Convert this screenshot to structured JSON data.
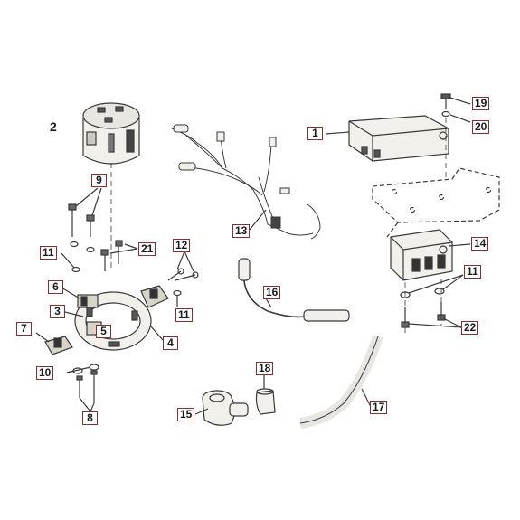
{
  "labels": {
    "l1": "1",
    "l2": "2",
    "l3": "3",
    "l4": "4",
    "l5": "5",
    "l6": "6",
    "l7": "7",
    "l8": "8",
    "l9": "9",
    "l10": "10",
    "l11a": "11",
    "l11b": "11",
    "l11c": "11",
    "l12": "12",
    "l13": "13",
    "l14": "14",
    "l15": "15",
    "l16": "16",
    "l17": "17",
    "l18": "18",
    "l19": "19",
    "l20": "20",
    "l21": "21",
    "l22": "22"
  },
  "colors": {
    "ink": "#3a3a3a",
    "callout_border": "#8b2d2d",
    "part_fill": "#f2f0ea",
    "shade": "#9a9a9a"
  }
}
